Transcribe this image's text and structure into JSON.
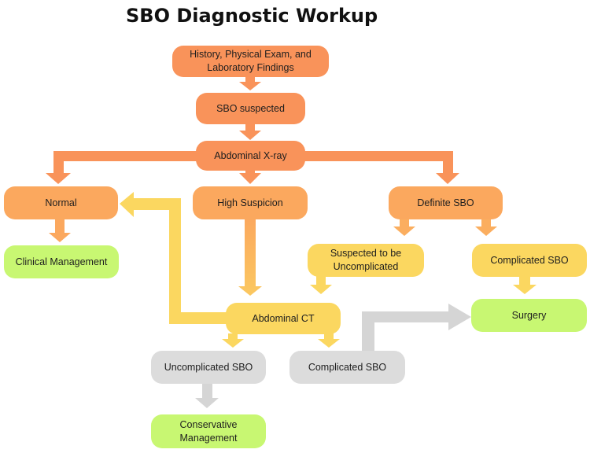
{
  "title": "SBO Diagnostic Workup",
  "nodes": {
    "history": "History, Physical Exam, and Laboratory Findings",
    "suspected": "SBO suspected",
    "xray": "Abdominal X-ray",
    "normal": "Normal",
    "high_suspicion": "High Suspicion",
    "definite": "Definite SBO",
    "clinical_mgmt": "Clinical Management",
    "suspected_uncomp": "Suspected to be Uncomplicated",
    "complicated_top": "Complicated SBO",
    "surgery": "Surgery",
    "ct": "Abdominal CT",
    "uncomplicated": "Uncomplicated SBO",
    "complicated_bottom": "Complicated SBO",
    "conservative": "Conservative Management"
  },
  "colors": {
    "orange_dark": "#f9935a",
    "orange_mid": "#fba85e",
    "yellow": "#fbd760",
    "gray": "#dcdcdc",
    "green": "#c8f772"
  }
}
